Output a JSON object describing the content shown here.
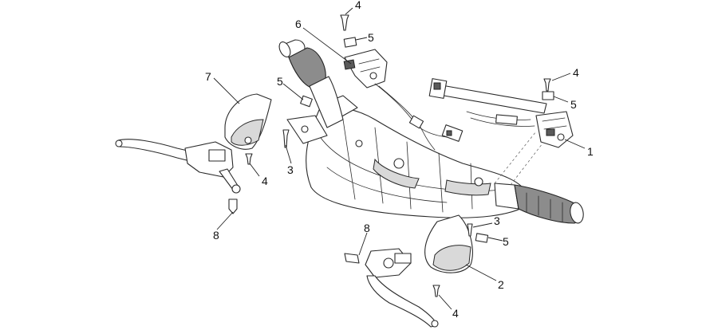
{
  "callouts": [
    {
      "id": "c1",
      "text": "1"
    },
    {
      "id": "c2",
      "text": "2"
    },
    {
      "id": "c3a",
      "text": "3"
    },
    {
      "id": "c3b",
      "text": "3"
    },
    {
      "id": "c4a",
      "text": "4"
    },
    {
      "id": "c4b",
      "text": "4"
    },
    {
      "id": "c4c",
      "text": "4"
    },
    {
      "id": "c4d",
      "text": "4"
    },
    {
      "id": "c5a",
      "text": "5"
    },
    {
      "id": "c5b",
      "text": "5"
    },
    {
      "id": "c5c",
      "text": "5"
    },
    {
      "id": "c5d",
      "text": "5"
    },
    {
      "id": "c6",
      "text": "6"
    },
    {
      "id": "c7",
      "text": "7"
    },
    {
      "id": "c8a",
      "text": "8"
    },
    {
      "id": "c8b",
      "text": "8"
    }
  ],
  "colors": {
    "line": "#2a2a2a",
    "grip": "#8c8c8c",
    "background": "#ffffff"
  }
}
